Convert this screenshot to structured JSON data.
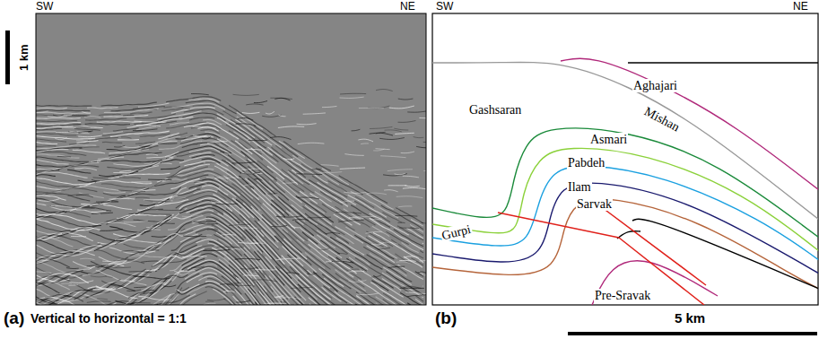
{
  "diagram": {
    "labels": [
      "SW",
      "NE",
      "1 km",
      "SW",
      "NE",
      "Gashsaran",
      "Aghajari",
      "Mishan",
      "Asmari",
      "Pabdeh",
      "Ilam",
      "Sarvak",
      "Gurpi",
      "Pre-Sravak",
      "(a)",
      "Vertical to horizontal = 1:1",
      "(b)",
      "5 km"
    ]
  }
}
